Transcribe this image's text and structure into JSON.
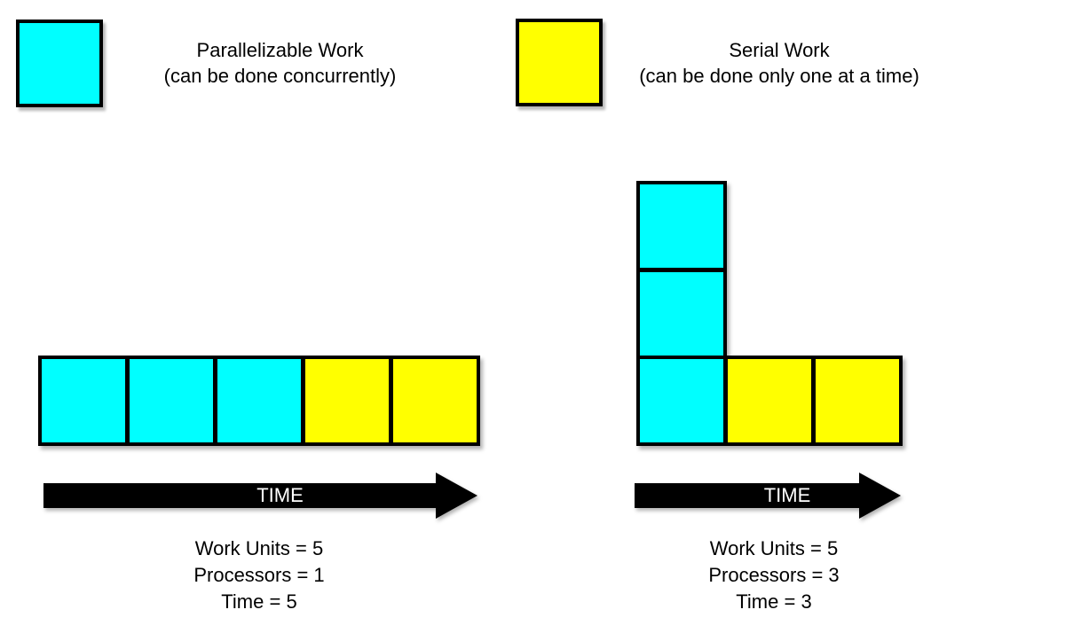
{
  "colors": {
    "parallelizable": "#00FFFF",
    "serial": "#FFFF00",
    "arrow": "#000000",
    "arrow_label_text": "#FFFFFF",
    "border": "#000000",
    "background": "#FFFFFF",
    "text": "#000000"
  },
  "legend": {
    "items": [
      {
        "id": "parallelizable",
        "title": "Parallelizable Work",
        "subtitle": "(can be done concurrently)"
      },
      {
        "id": "serial",
        "title": "Serial Work",
        "subtitle": "(can be done only one at a time)"
      }
    ]
  },
  "diagrams": [
    {
      "id": "one-processor",
      "arrow_label": "TIME",
      "cells": [
        {
          "col": 0,
          "row": 0,
          "type": "parallelizable"
        },
        {
          "col": 1,
          "row": 0,
          "type": "parallelizable"
        },
        {
          "col": 2,
          "row": 0,
          "type": "parallelizable"
        },
        {
          "col": 3,
          "row": 0,
          "type": "serial"
        },
        {
          "col": 4,
          "row": 0,
          "type": "serial"
        }
      ],
      "stats": [
        "Work Units = 5",
        "Processors = 1",
        "Time = 5"
      ]
    },
    {
      "id": "three-processors",
      "arrow_label": "TIME",
      "cells": [
        {
          "col": 0,
          "row": 2,
          "type": "parallelizable"
        },
        {
          "col": 0,
          "row": 1,
          "type": "parallelizable"
        },
        {
          "col": 0,
          "row": 0,
          "type": "parallelizable"
        },
        {
          "col": 1,
          "row": 0,
          "type": "serial"
        },
        {
          "col": 2,
          "row": 0,
          "type": "serial"
        }
      ],
      "stats": [
        "Work Units = 5",
        "Processors = 3",
        "Time = 3"
      ]
    }
  ]
}
